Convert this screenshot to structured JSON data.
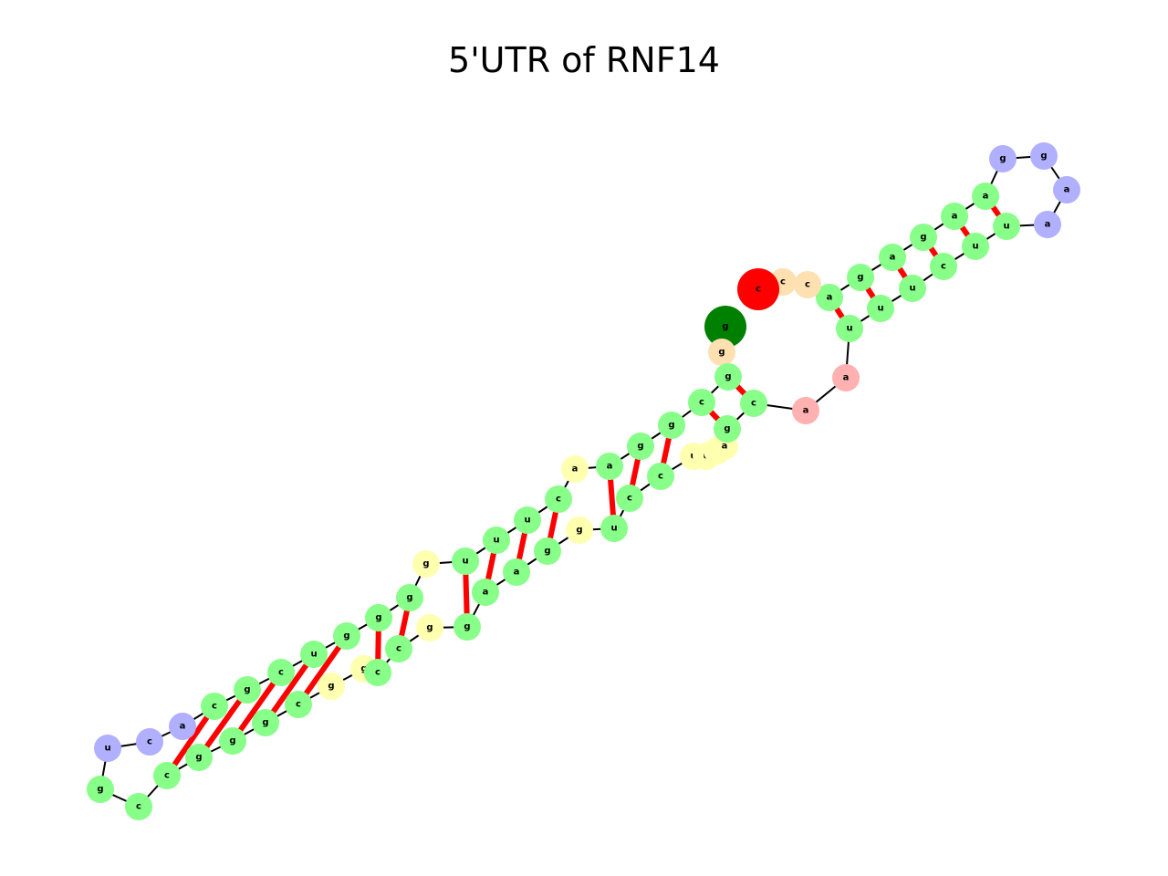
{
  "title": "5'UTR of RNF14",
  "colors": {
    "stem": "#88ff88",
    "hairpin_loop": "#b0b0ff",
    "internal_loop": "#ffffb0",
    "multiloop": "#ffb0b0",
    "unpaired_end": "#ffe0b0",
    "five_prime": "#008000",
    "three_prime": "#ff0000",
    "backbone": "#000000",
    "pair": "#ff0000"
  },
  "nucleotides": [
    {
      "base": "g",
      "type": "five_prime"
    },
    {
      "base": "g",
      "type": "unpaired_end"
    },
    {
      "base": "g",
      "type": "stem"
    },
    {
      "base": "c",
      "type": "stem"
    },
    {
      "base": "g",
      "type": "stem"
    },
    {
      "base": "g",
      "type": "stem"
    },
    {
      "base": "a",
      "type": "stem"
    },
    {
      "base": "a",
      "type": "internal_loop"
    },
    {
      "base": "c",
      "type": "stem"
    },
    {
      "base": "u",
      "type": "stem"
    },
    {
      "base": "u",
      "type": "stem"
    },
    {
      "base": "u",
      "type": "stem"
    },
    {
      "base": "g",
      "type": "internal_loop"
    },
    {
      "base": "g",
      "type": "stem"
    },
    {
      "base": "g",
      "type": "stem"
    },
    {
      "base": "g",
      "type": "stem"
    },
    {
      "base": "u",
      "type": "stem"
    },
    {
      "base": "c",
      "type": "stem"
    },
    {
      "base": "g",
      "type": "stem"
    },
    {
      "base": "c",
      "type": "stem"
    },
    {
      "base": "a",
      "type": "hairpin_loop"
    },
    {
      "base": "c",
      "type": "hairpin_loop"
    },
    {
      "base": "u",
      "type": "hairpin_loop"
    },
    {
      "base": "g",
      "type": "stem"
    },
    {
      "base": "c",
      "type": "stem"
    },
    {
      "base": "c",
      "type": "stem"
    },
    {
      "base": "g",
      "type": "stem"
    },
    {
      "base": "g",
      "type": "stem"
    },
    {
      "base": "g",
      "type": "stem"
    },
    {
      "base": "c",
      "type": "stem"
    },
    {
      "base": "g",
      "type": "internal_loop"
    },
    {
      "base": "g",
      "type": "internal_loop"
    },
    {
      "base": "c",
      "type": "stem"
    },
    {
      "base": "c",
      "type": "stem"
    },
    {
      "base": "g",
      "type": "internal_loop"
    },
    {
      "base": "g",
      "type": "stem"
    },
    {
      "base": "a",
      "type": "stem"
    },
    {
      "base": "a",
      "type": "stem"
    },
    {
      "base": "g",
      "type": "stem"
    },
    {
      "base": "g",
      "type": "internal_loop"
    },
    {
      "base": "u",
      "type": "stem"
    },
    {
      "base": "c",
      "type": "stem"
    },
    {
      "base": "c",
      "type": "stem"
    },
    {
      "base": "u",
      "type": "internal_loop"
    },
    {
      "base": "u",
      "type": "internal_loop"
    },
    {
      "base": "u",
      "type": "internal_loop"
    },
    {
      "base": "a",
      "type": "internal_loop"
    },
    {
      "base": "g",
      "type": "stem"
    },
    {
      "base": "c",
      "type": "stem"
    },
    {
      "base": "a",
      "type": "multiloop"
    },
    {
      "base": "a",
      "type": "multiloop"
    },
    {
      "base": "u",
      "type": "stem"
    },
    {
      "base": "u",
      "type": "stem"
    },
    {
      "base": "u",
      "type": "stem"
    },
    {
      "base": "c",
      "type": "stem"
    },
    {
      "base": "u",
      "type": "stem"
    },
    {
      "base": "u",
      "type": "stem"
    },
    {
      "base": "a",
      "type": "hairpin_loop"
    },
    {
      "base": "a",
      "type": "hairpin_loop"
    },
    {
      "base": "g",
      "type": "hairpin_loop"
    },
    {
      "base": "g",
      "type": "hairpin_loop"
    },
    {
      "base": "a",
      "type": "stem"
    },
    {
      "base": "a",
      "type": "stem"
    },
    {
      "base": "g",
      "type": "stem"
    },
    {
      "base": "a",
      "type": "stem"
    },
    {
      "base": "g",
      "type": "stem"
    },
    {
      "base": "a",
      "type": "stem"
    },
    {
      "base": "c",
      "type": "unpaired_end"
    },
    {
      "base": "c",
      "type": "unpaired_end"
    },
    {
      "base": "c",
      "type": "three_prime"
    }
  ],
  "pairs": [
    [
      2,
      48
    ],
    [
      3,
      47
    ],
    [
      4,
      42
    ],
    [
      5,
      41
    ],
    [
      6,
      40
    ],
    [
      8,
      38
    ],
    [
      9,
      37
    ],
    [
      10,
      36
    ],
    [
      11,
      35
    ],
    [
      13,
      33
    ],
    [
      14,
      32
    ],
    [
      15,
      29
    ],
    [
      16,
      28
    ],
    [
      17,
      27
    ],
    [
      18,
      26
    ],
    [
      19,
      25
    ],
    [
      51,
      66
    ],
    [
      52,
      65
    ],
    [
      53,
      64
    ],
    [
      54,
      63
    ],
    [
      55,
      62
    ],
    [
      56,
      61
    ]
  ]
}
